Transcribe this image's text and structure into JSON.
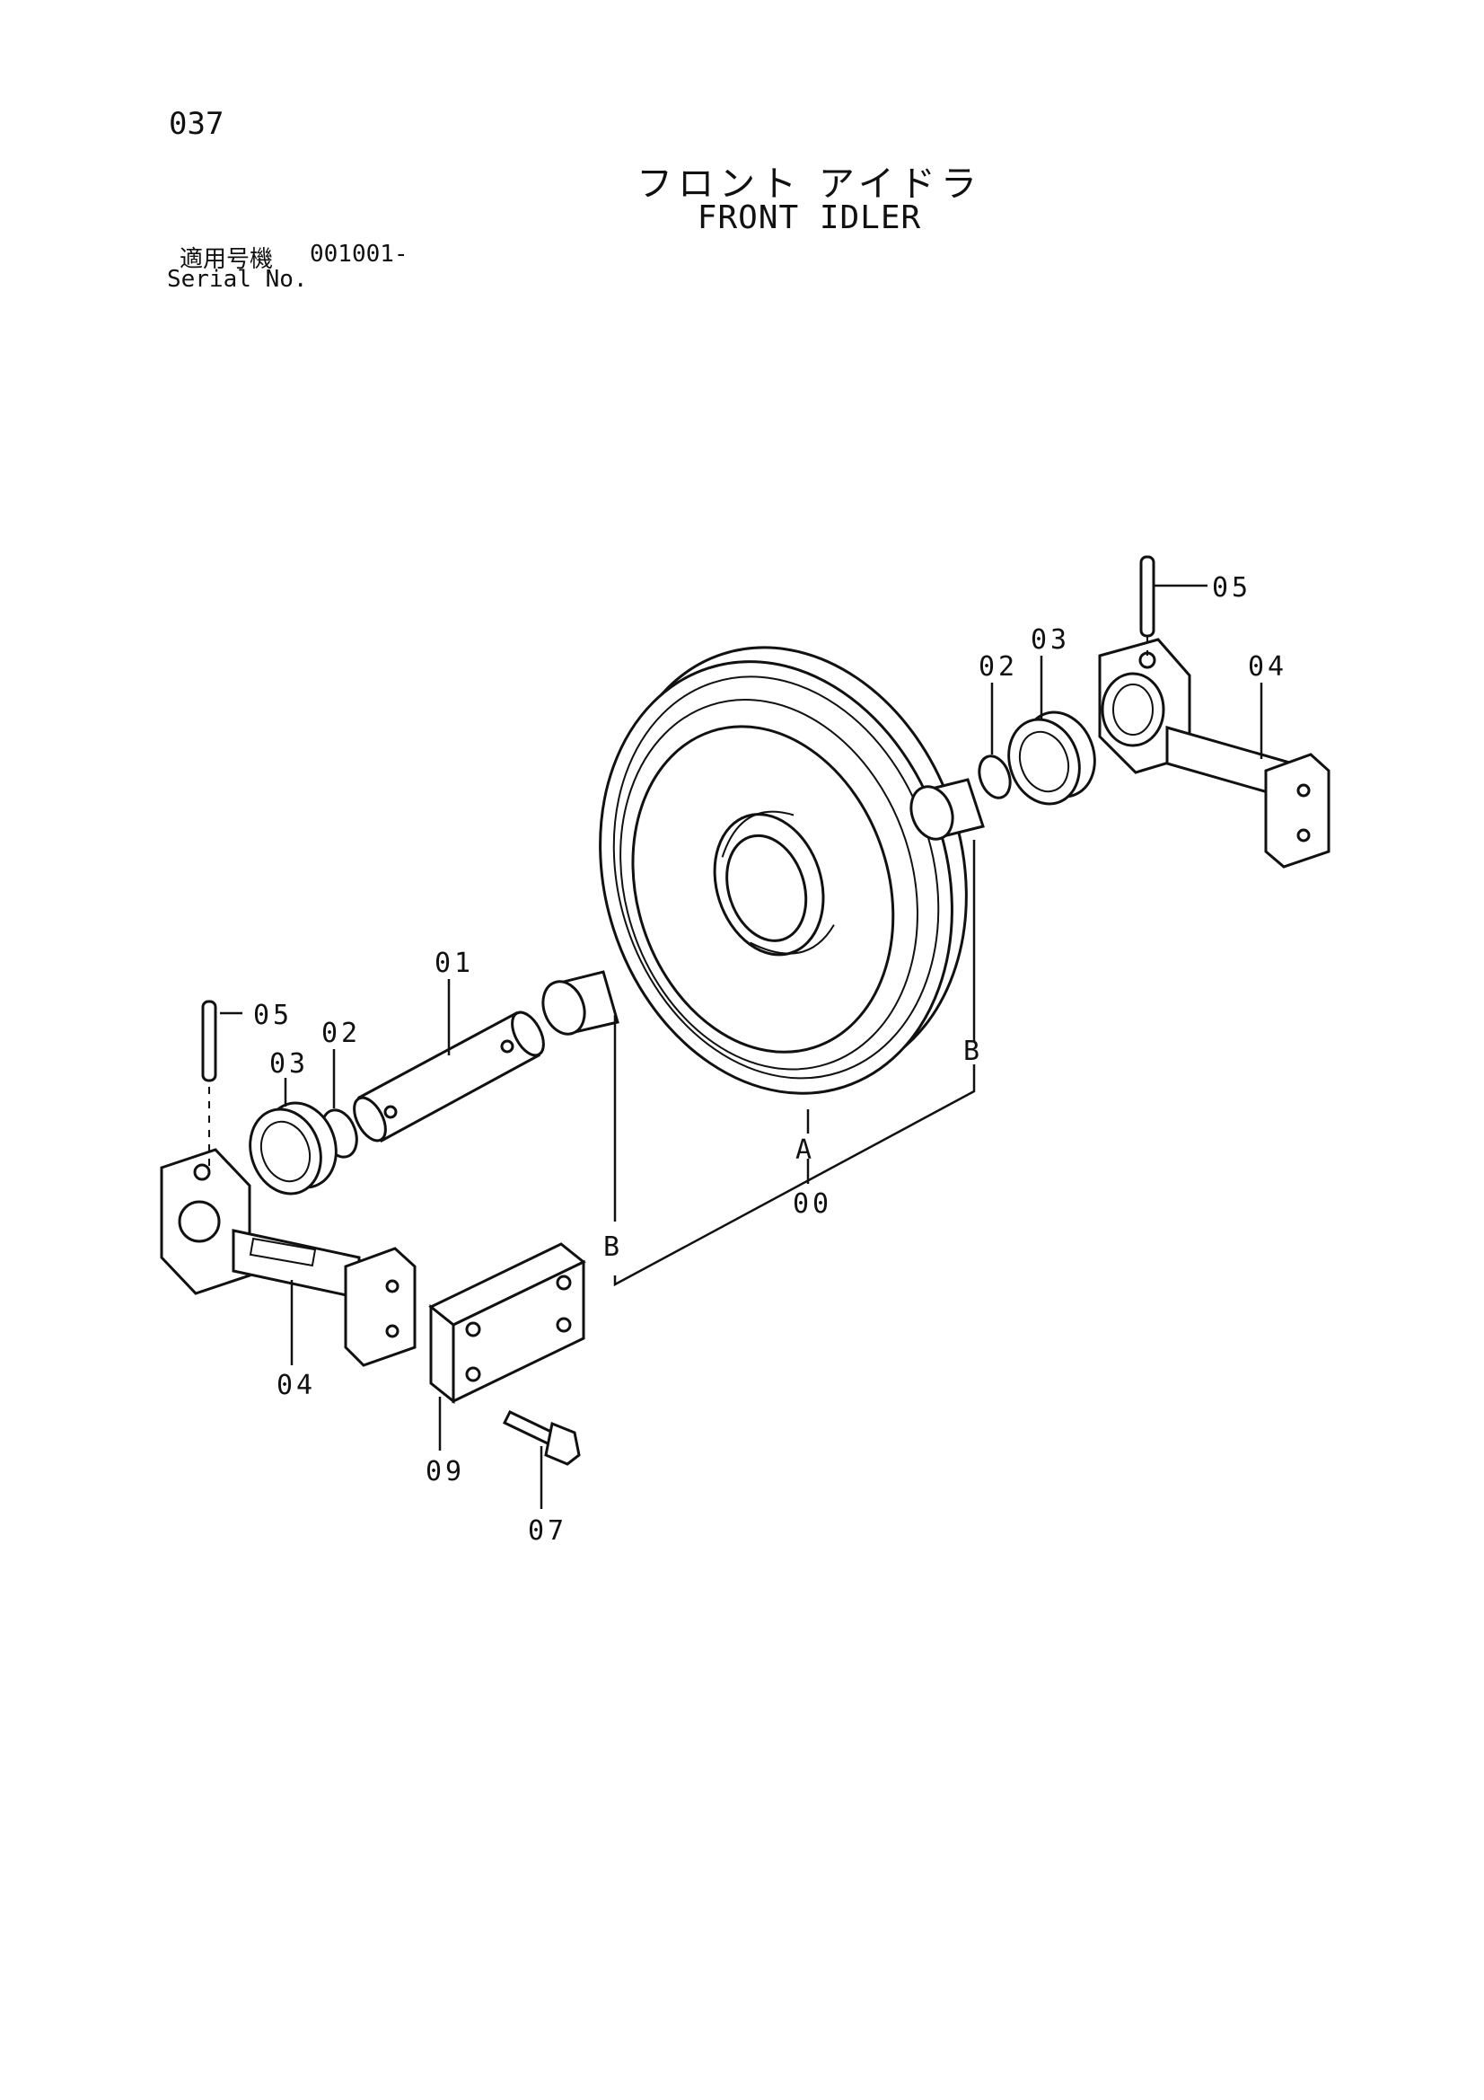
{
  "page": {
    "number": "037",
    "title_jp": "フロント アイドラ",
    "title_en": "FRONT IDLER",
    "serial_label_jp": "適用号機",
    "serial_range": "001001-",
    "serial_label_en": "Serial No."
  },
  "callouts": {
    "c00": "00",
    "c01": "01",
    "c02_left": "02",
    "c02_right": "02",
    "c03_left": "03",
    "c03_right": "03",
    "c04_left": "04",
    "c04_right": "04",
    "c05_left": "05",
    "c05_right": "05",
    "c07": "07",
    "c09": "09",
    "ref_a": "A",
    "ref_b_left": "B",
    "ref_b_right": "B"
  }
}
